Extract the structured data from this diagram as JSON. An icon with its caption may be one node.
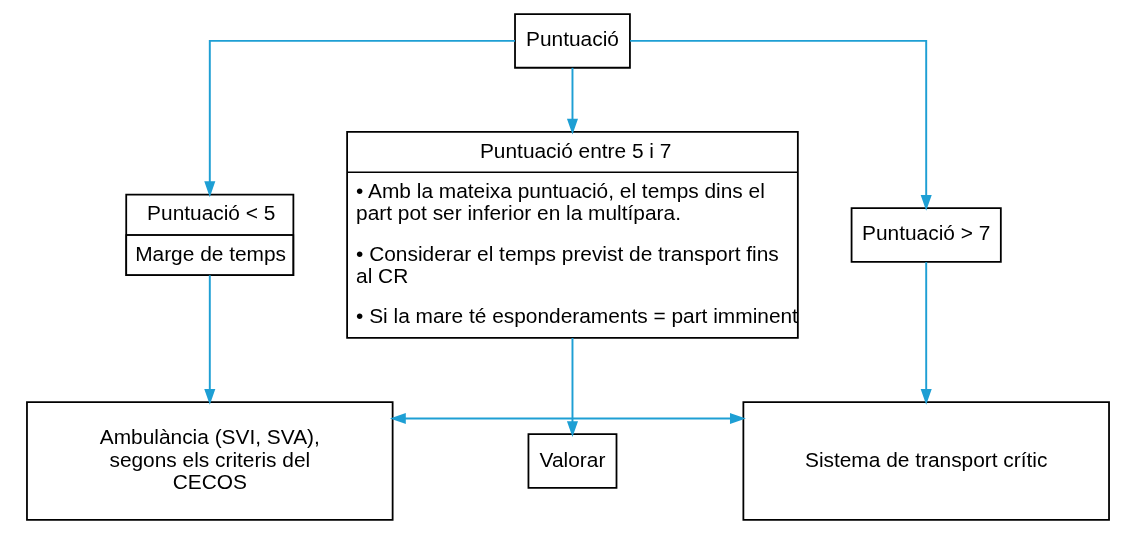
{
  "diagram": {
    "nodes": [
      {
        "text": [
          "Puntuació"
        ]
      },
      {
        "text": [
          "Puntuació < 5",
          "Marge de temps"
        ]
      },
      {
        "text": [
          "Puntuació entre 5 i 7",
          "• Amb la mateixa puntuació, el temps dins el part pot ser inferior en la multípara.",
          "• Considerar el temps previst de transport fins al CR",
          "• Si la mare té esponderaments = part imminent"
        ]
      },
      {
        "text": [
          "Puntuació > 7"
        ]
      },
      {
        "text": [
          "Ambulància (SVI, SVA), segons els criteris del CECOS"
        ]
      },
      {
        "text": [
          "Valorar"
        ]
      },
      {
        "text": [
          "Sistema de transport crític"
        ]
      }
    ],
    "edges": [
      {
        "from": 0,
        "to": 1,
        "arrow": "to"
      },
      {
        "from": 0,
        "to": 2,
        "arrow": "to"
      },
      {
        "from": 0,
        "to": 3,
        "arrow": "to"
      },
      {
        "from": 1,
        "to": 4,
        "arrow": "to"
      },
      {
        "from": 2,
        "to": 5,
        "arrow": "to"
      },
      {
        "from": 3,
        "to": 6,
        "arrow": "to"
      },
      {
        "from": 4,
        "to": 6,
        "arrow": "both"
      }
    ]
  }
}
